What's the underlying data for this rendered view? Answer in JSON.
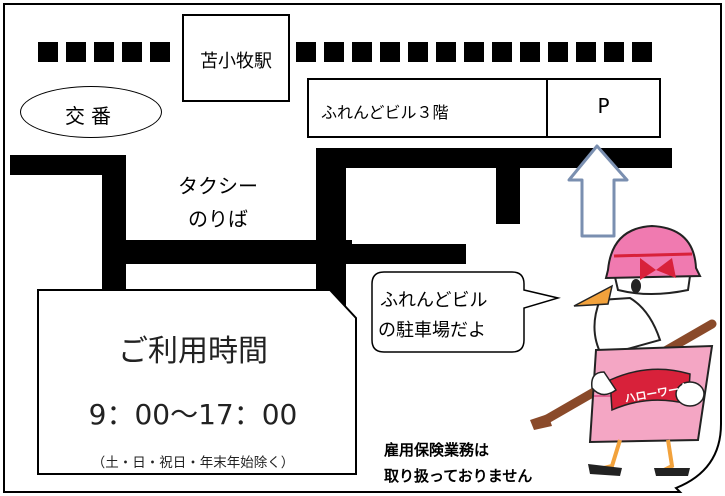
{
  "map": {
    "station_label": "苫小牧駅",
    "koban_label": "交番",
    "building_label": "ふれんどビル３階",
    "parking_label": "P",
    "taxi_line1": "タクシー",
    "taxi_line2": "のりば"
  },
  "hours": {
    "title": "ご利用時間",
    "time": "9：00～17：00",
    "note": "（土・日・祝日・年末年始除く）"
  },
  "mascot": {
    "bubble_line1": "ふれんどビル",
    "bubble_line2": "の駐車場だよ",
    "hat_text": "ハローワーク",
    "icon": "stork-mascot-hockey-icon"
  },
  "notice": {
    "line1": "雇用保険業務は",
    "line2": "取り扱っておりません"
  },
  "colors": {
    "arrow_outline": "#7a8fb0",
    "mascot_pink": "#f4a6c4",
    "mascot_red": "#d8213a",
    "mascot_beak": "#f2a23c",
    "road": "#000000"
  }
}
